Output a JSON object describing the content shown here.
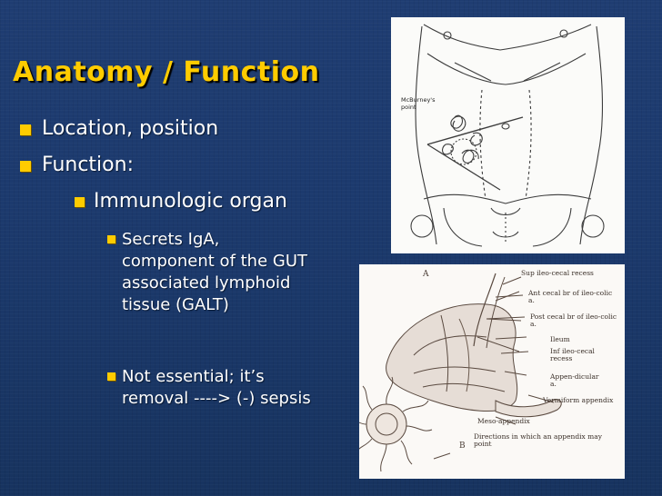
{
  "slide": {
    "title": "Anatomy / Function",
    "bullets": {
      "location": "Location, position",
      "function": "Function:",
      "immunologic": "Immunologic organ",
      "secrets": "Secrets IgA, component of the GUT associated lymphoid tissue (GALT)",
      "not_essential": "Not essential; it’s removal ----> (-) sepsis"
    }
  },
  "figure_top": {
    "label": "McBurney's point"
  },
  "figure_bottom": {
    "labels": {
      "panel_a": "A",
      "panel_b": "B",
      "sup_ileocecal": "Sup ileo-cecal recess",
      "ant_cecal": "Ant cecal br of ileo-colic a.",
      "post_cecal": "Post cecal br of ileo-colic a.",
      "ileum": "Ileum",
      "inf_ileocecal": "Inf ileo-cecal recess",
      "appendicular": "Appen-dicular a.",
      "vermiform": "Vermiform appendix",
      "meso": "Meso-appendix",
      "directions": "Directions in which an appendix may point"
    }
  },
  "colors": {
    "background": "#1c3a6e",
    "title": "#ffcc00",
    "bullet": "#ffcc00",
    "text": "#ffffff"
  }
}
